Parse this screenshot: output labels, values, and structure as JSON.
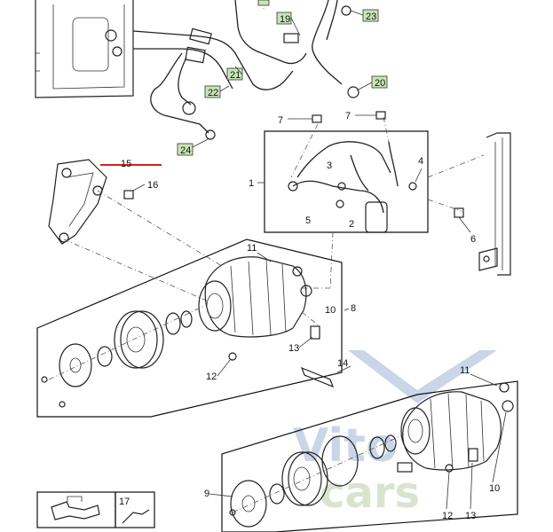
{
  "callouts": {
    "c1": "1",
    "c2": "2",
    "c3": "3",
    "c4": "4",
    "c5": "5",
    "c6": "6",
    "c7a": "7",
    "c7b": "7",
    "c8": "8",
    "c9": "9",
    "c10a": "10",
    "c10b": "10",
    "c11a": "11",
    "c11b": "11",
    "c12a": "12",
    "c12b": "12",
    "c13a": "13",
    "c13b": "13",
    "c14": "14",
    "c15": "15",
    "c16": "16",
    "c17": "17"
  },
  "boxed_callouts": {
    "b19": "19",
    "b20": "20",
    "b21": "21",
    "b22": "22",
    "b23": "23",
    "b24": "24"
  },
  "watermark": {
    "line1": "Vito",
    "line2": "cars",
    "color": "#9fb3d6",
    "accent": "#b9cfa8"
  },
  "colors": {
    "highlight_box": "#c9e6b5",
    "underline_15": "#d32020"
  }
}
